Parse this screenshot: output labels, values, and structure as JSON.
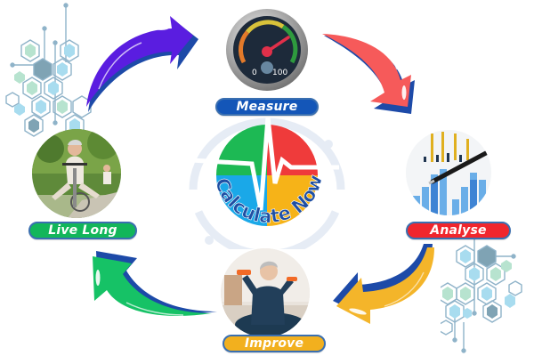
{
  "diagram": {
    "type": "cycle",
    "center": {
      "label": "Calculate Now",
      "quadrant_colors": {
        "top_left": "#1db954",
        "top_right": "#ef3b3b",
        "bottom_left": "#1aa8e8",
        "bottom_right": "#f6b318"
      },
      "text_color": "#1f4fa3",
      "ring_color": "#e6ecf5"
    },
    "stages": [
      {
        "id": "measure",
        "label": "Measure",
        "pill_color": "#1456b8",
        "image": "speedometer-gauge",
        "gauge": {
          "min_label": "0",
          "max_label": "100"
        }
      },
      {
        "id": "analyse",
        "label": "Analyse",
        "pill_color": "#f0262d",
        "image": "bar-charts-with-pen"
      },
      {
        "id": "improve",
        "label": "Improve",
        "pill_color": "#f2b01e",
        "image": "senior-woman-exercising-with-dumbbells"
      },
      {
        "id": "live_long",
        "label": "Live Long",
        "pill_color": "#12b65a",
        "image": "seniors-cycling-in-park"
      }
    ],
    "arrows": [
      {
        "from": "live_long",
        "to": "measure",
        "color": "#5a1de0",
        "edge_color": "#1d4aa8"
      },
      {
        "from": "measure",
        "to": "analyse",
        "color": "#f65a5a",
        "edge_color": "#1d4aa8"
      },
      {
        "from": "analyse",
        "to": "improve",
        "color": "#f4b52a",
        "edge_color": "#1d4aa8"
      },
      {
        "from": "improve",
        "to": "live_long",
        "color": "#16c266",
        "edge_color": "#1d4aa8"
      }
    ],
    "decorations": [
      "hexagon-molecule-top-left",
      "hexagon-molecule-bottom-right"
    ]
  }
}
